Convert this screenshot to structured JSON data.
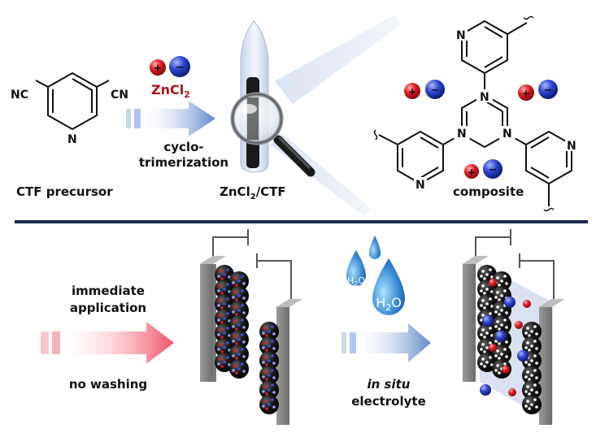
{
  "top": {
    "precursor": {
      "nc_left": "NC",
      "cn_right": "CN",
      "n_ring": "N",
      "label": "CTF precursor"
    },
    "reagent": {
      "zn": "ZnCl",
      "sub": "2"
    },
    "step": {
      "line1": "cyclo-",
      "line2": "trimerization"
    },
    "product": {
      "zn": "ZnCl",
      "sub": "2",
      "rest": "/CTF"
    },
    "structure": {
      "n": "N",
      "label": "composite"
    }
  },
  "bottom": {
    "left_text": {
      "line1": "immediate",
      "line2": "application",
      "line3": "no washing"
    },
    "right_text": {
      "line1": "in situ",
      "line2": "electrolyte"
    },
    "water": {
      "h": "H",
      "sub": "2",
      "o": "O"
    }
  },
  "colors": {
    "divider": "#1b2a4a",
    "cation": "#d5151d",
    "anion": "#2a3fc0",
    "arrow_blue": "#6a8fd0",
    "arrow_red": "#f06070",
    "water": "#3a8ad0"
  }
}
